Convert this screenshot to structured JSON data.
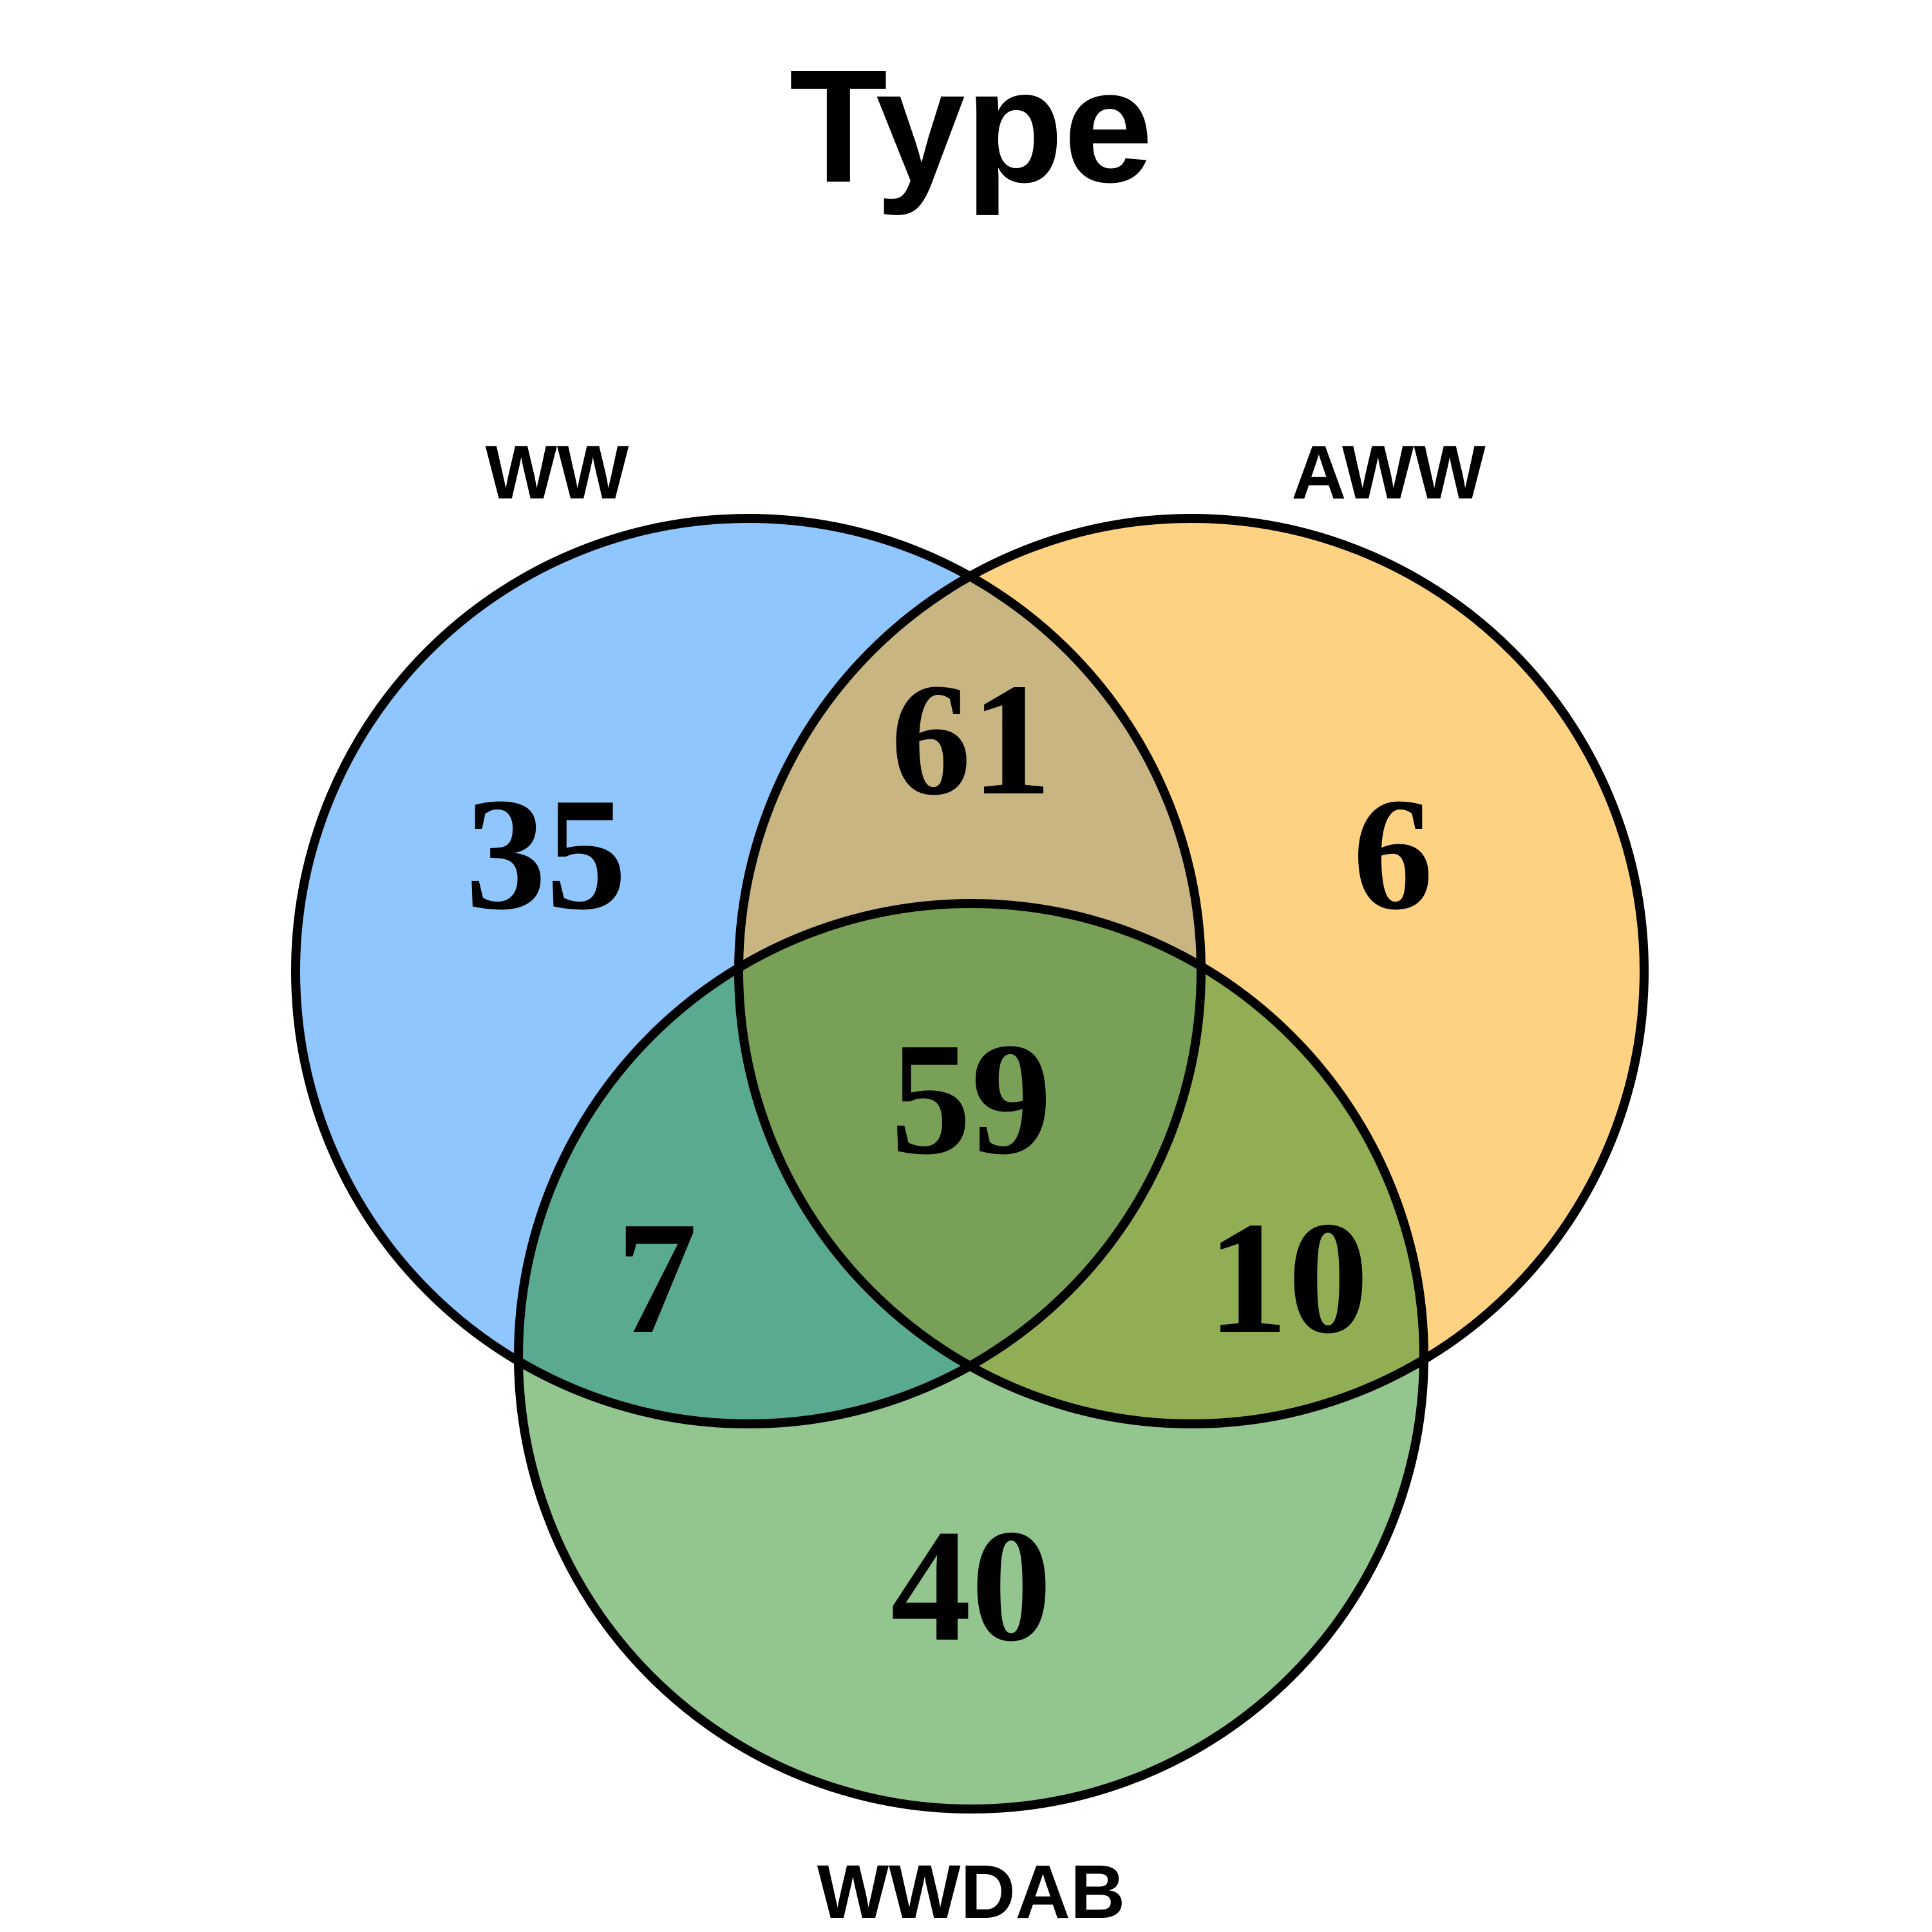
{
  "title": "Type",
  "sets": [
    {
      "name": "WW",
      "color": "#8fc6fd"
    },
    {
      "name": "AWW",
      "color": "#fdd383"
    },
    {
      "name": "WWDAB",
      "color": "#93c58f"
    }
  ],
  "overlap_colors": {
    "WW_AWW": "#c8b582",
    "WW_WWDAB": "#5aa991",
    "AWW_WWDAB": "#91ae54",
    "all": "#78a056"
  },
  "regions": {
    "WW_only": "35",
    "AWW_only": "6",
    "WWDAB_only": "40",
    "WW_AWW": "61",
    "WW_WWDAB": "7",
    "AWW_WWDAB": "10",
    "all": "59"
  }
}
